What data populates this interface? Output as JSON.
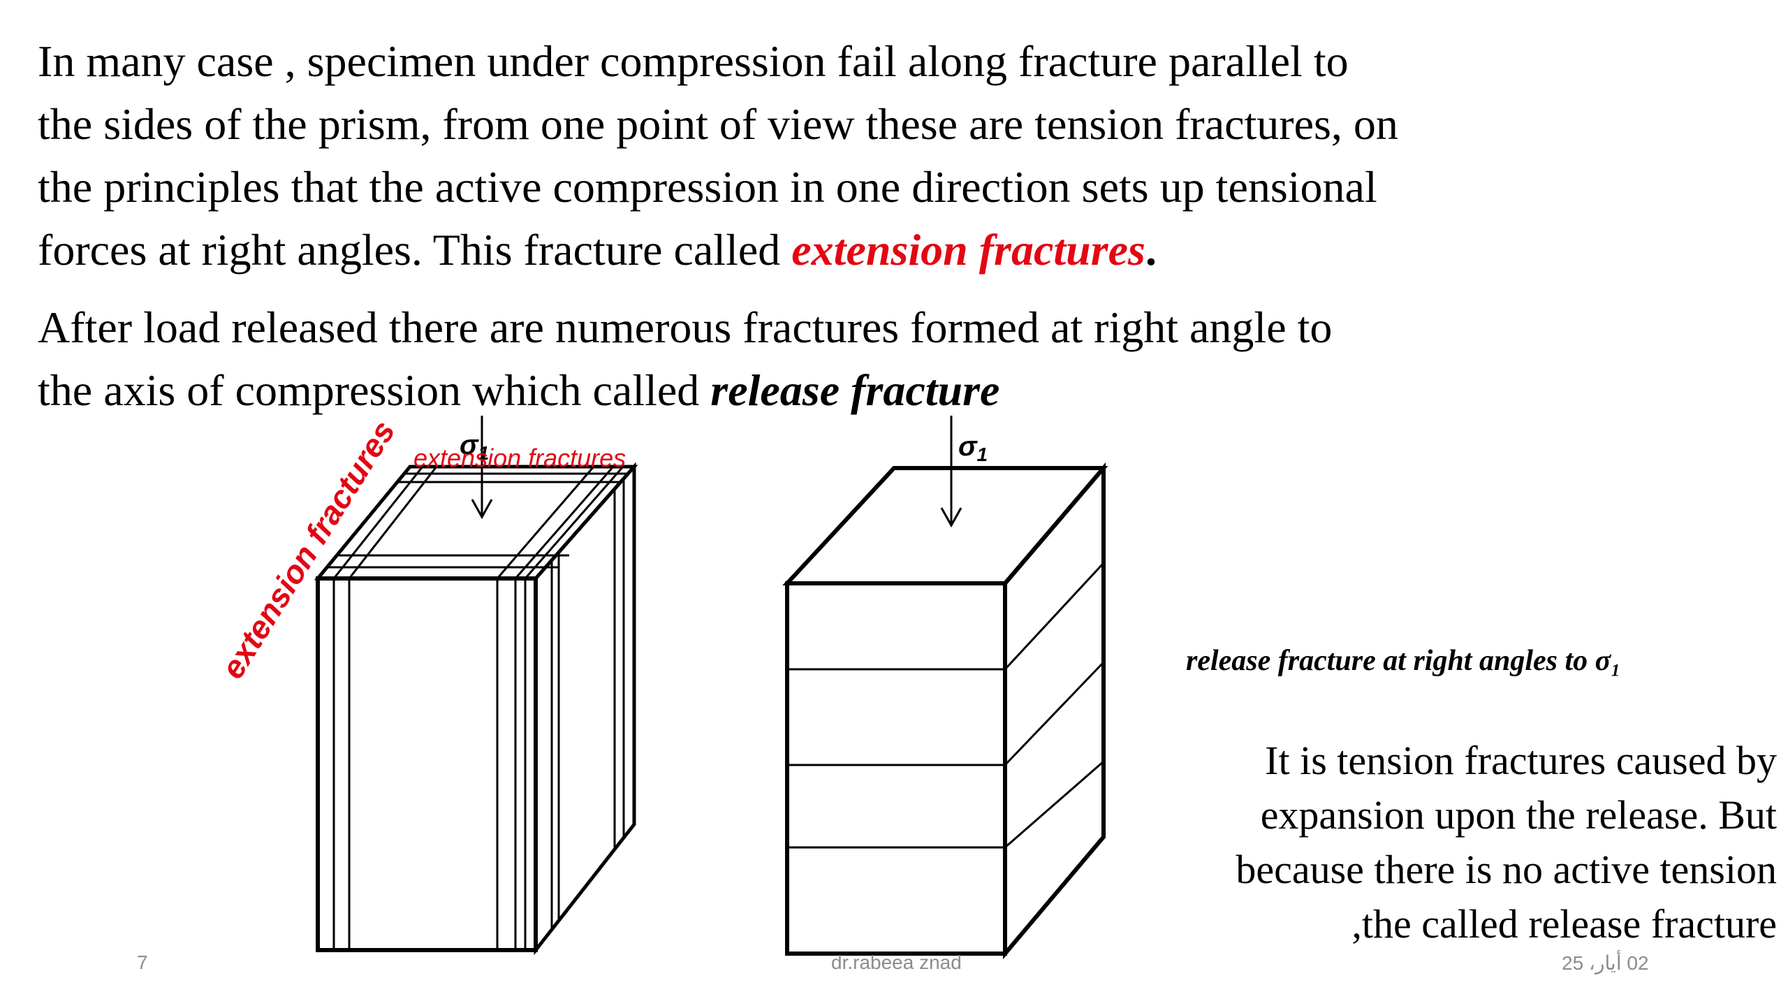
{
  "paragraph1": {
    "line1": "In many case , specimen under compression fail along  fracture parallel to",
    "line2": "the sides of the prism, from one point of view these are tension fractures, on",
    "line3": "the principles that the active compression in one direction sets up tensional",
    "line4_prefix": "forces at right angles. This fracture called ",
    "line4_emphasis": "extension fractures",
    "line4_suffix": "."
  },
  "paragraph2": {
    "line1": "After load released  there are numerous fractures formed at right angle to",
    "line2_prefix": "the axis of compression which called ",
    "line2_emphasis": "release fracture"
  },
  "figure_left": {
    "sigma_label": "σ",
    "sigma_subscript": "1",
    "label_top": "extension fractures",
    "label_side": "extension fractures"
  },
  "figure_right": {
    "sigma_label": "σ",
    "sigma_subscript": "1",
    "caption": "release fracture at right angles to σ₁"
  },
  "right_text": {
    "line1": "It is tension fractures caused by",
    "line2": "expansion upon the release. But",
    "line3": "because there is no active tension",
    "line4": ",the called release fracture"
  },
  "footer": {
    "page_number": "7",
    "author": "dr.rabeea znad",
    "date": "02 أيار، 25"
  },
  "colors": {
    "emphasis_red": "#e30613",
    "footer_gray": "#8c8c8c"
  }
}
